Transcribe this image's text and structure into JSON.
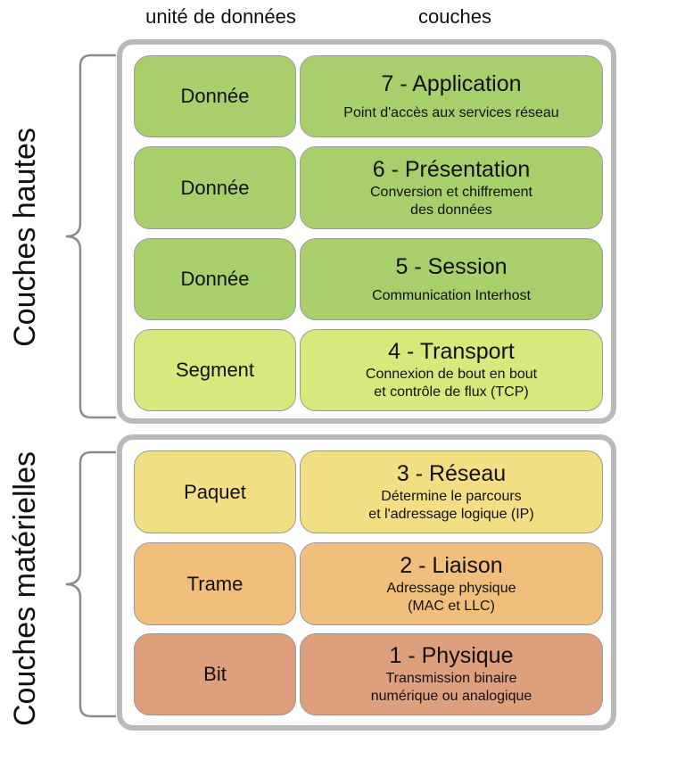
{
  "headers": {
    "unit": "unité de données",
    "layers": "couches"
  },
  "groups": {
    "top": "Couches hautes",
    "bottom": "Couches matérielles"
  },
  "layers": [
    {
      "unit": "Donnée",
      "title": "7 - Application",
      "desc": "Point d'accès aux services réseau",
      "color": "#a9cf6d"
    },
    {
      "unit": "Donnée",
      "title": "6 - Présentation",
      "desc": "Conversion et chiffrement\ndes données",
      "color": "#a9cf6d"
    },
    {
      "unit": "Donnée",
      "title": "5 - Session",
      "desc": "Communication Interhost",
      "color": "#a9cf6d"
    },
    {
      "unit": "Segment",
      "title": "4 - Transport",
      "desc": "Connexion de bout en bout\net contrôle de flux (TCP)",
      "color": "#d8e87c"
    },
    {
      "unit": "Paquet",
      "title": "3 - Réseau",
      "desc": "Détermine le parcours\net l'adressage logique (IP)",
      "color": "#f2df83"
    },
    {
      "unit": "Trame",
      "title": "2 - Liaison",
      "desc": "Adressage physique\n(MAC et LLC)",
      "color": "#f0bf7c"
    },
    {
      "unit": "Bit",
      "title": "1 - Physique",
      "desc": "Transmission binaire\nnumérique ou analogique",
      "color": "#de9f7d"
    }
  ]
}
